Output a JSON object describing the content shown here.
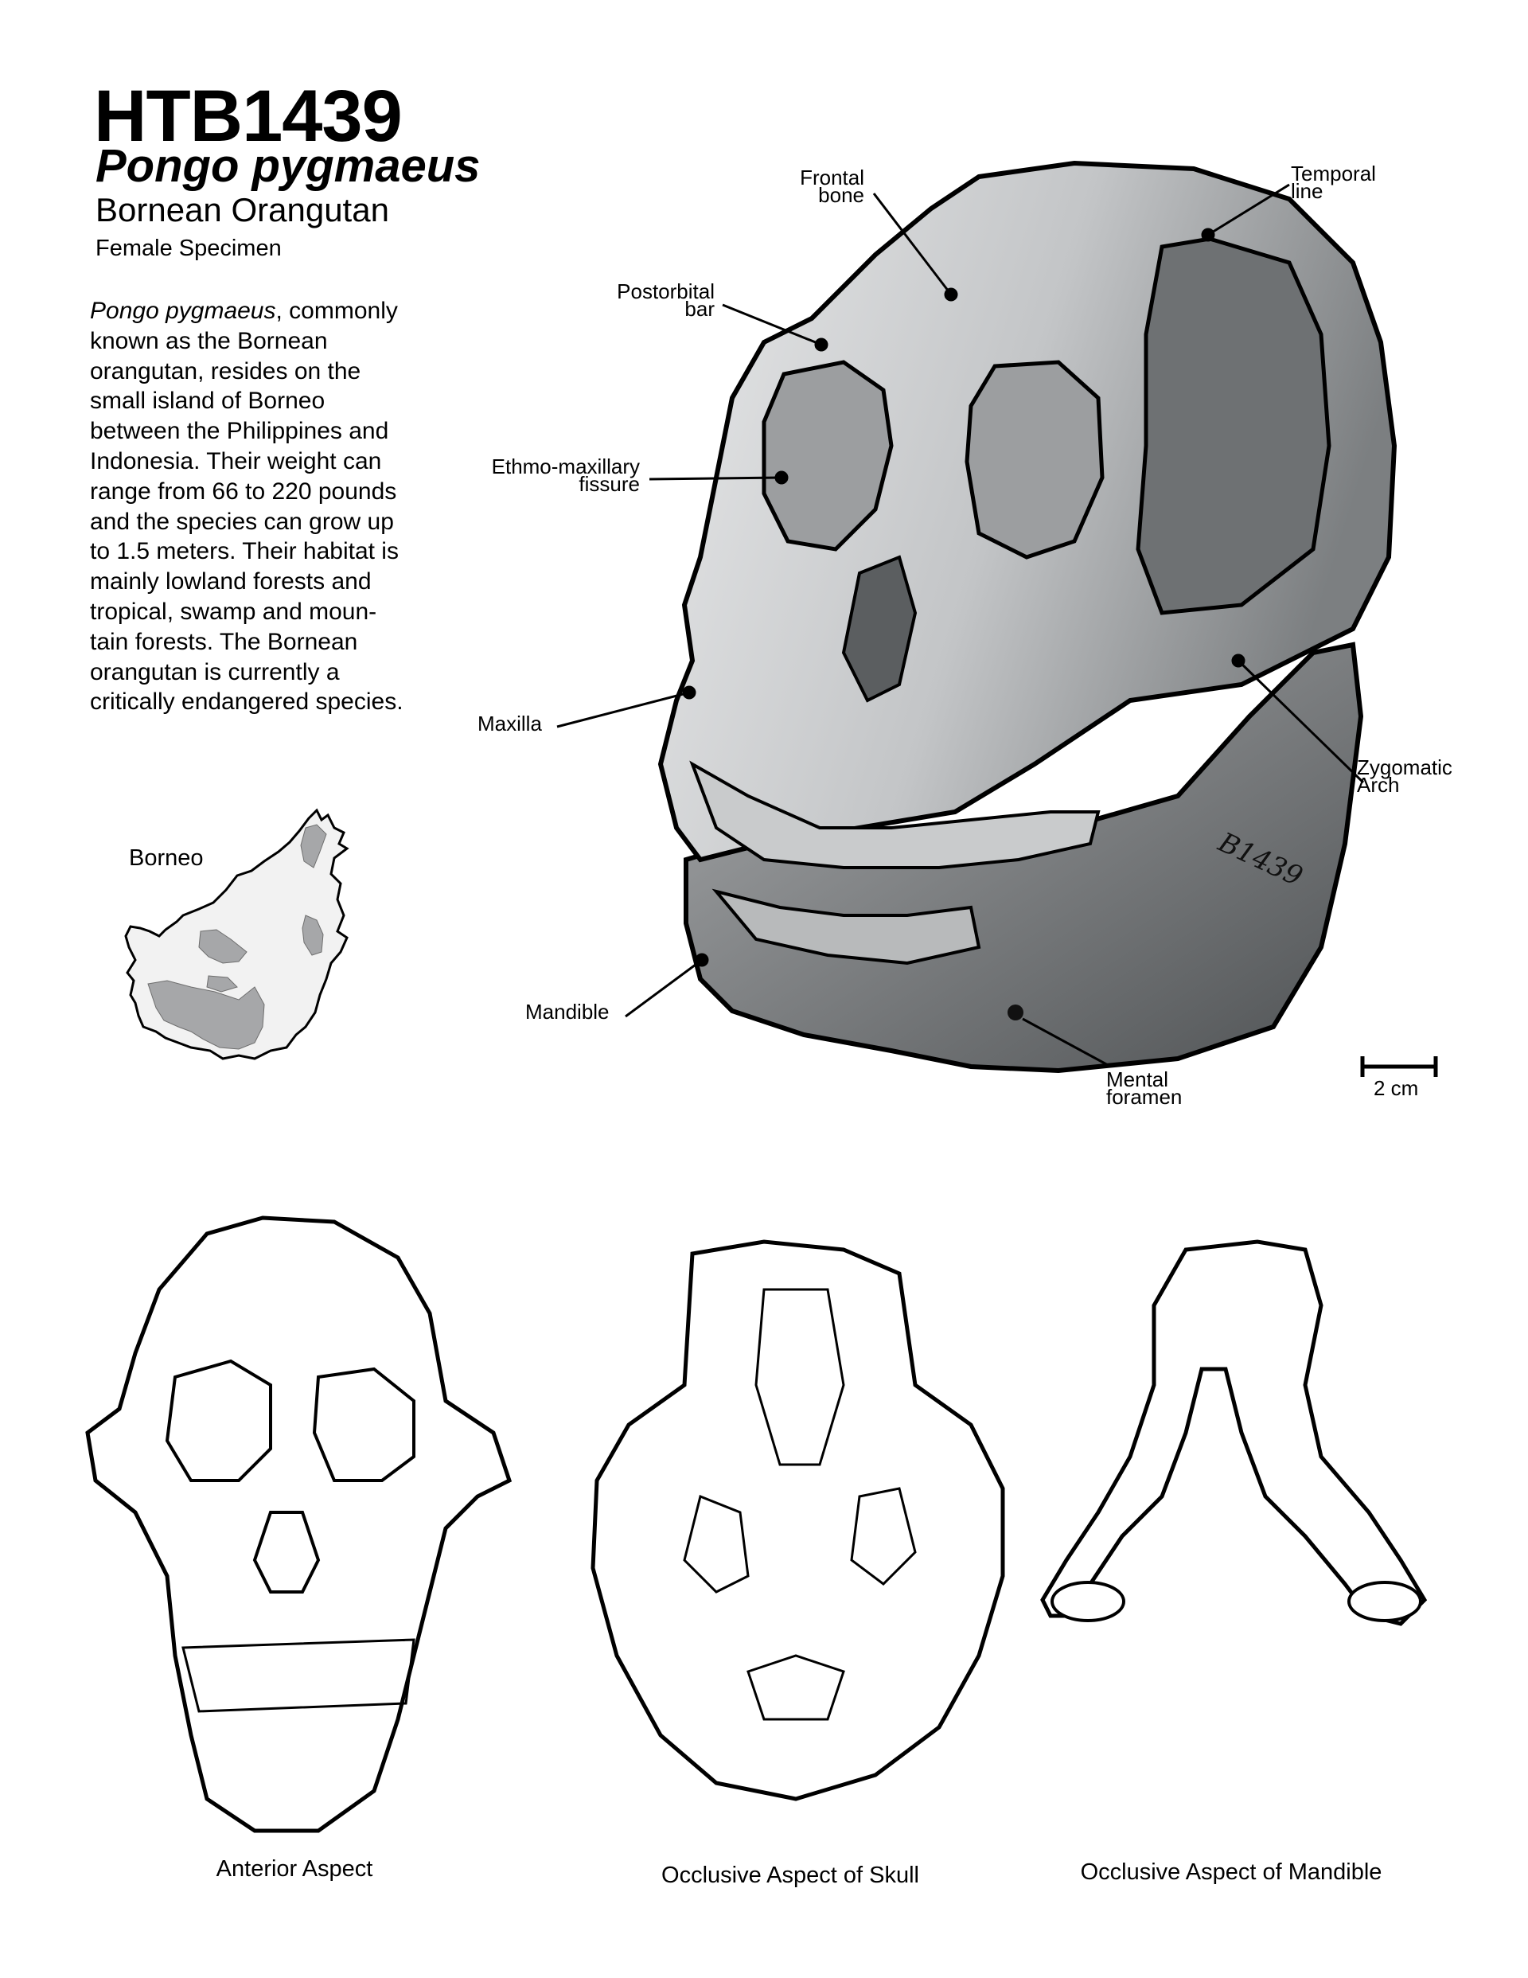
{
  "header": {
    "specimen_id": "HTB1439",
    "scientific_name": "Pongo pygmaeus",
    "common_name": "Bornean Orangutan",
    "specimen_note": "Female Specimen"
  },
  "description": {
    "lines": [
      {
        "italic": "Pongo pygmaeus",
        "rest": ", commonly"
      },
      {
        "text": "known as the Bornean"
      },
      {
        "text": "orangutan, resides on the"
      },
      {
        "text": "small island of Borneo"
      },
      {
        "text": "between the Philippines and"
      },
      {
        "text": "Indonesia.  Their weight can"
      },
      {
        "text": "range from 66 to 220 pounds"
      },
      {
        "text": "and the species can grow up"
      },
      {
        "text": "to 1.5 meters. Their habitat is"
      },
      {
        "text": "mainly lowland forests and"
      },
      {
        "text": "tropical, swamp and moun-"
      },
      {
        "text": "tain forests. The Bornean"
      },
      {
        "text": "orangutan is currently a"
      },
      {
        "text": "critically endangered species."
      }
    ]
  },
  "map": {
    "label": "Borneo",
    "land_color": "#f2f2f2",
    "habitat_color": "#a6a7a9"
  },
  "skull_labels": {
    "frontal_bone": [
      "Frontal",
      "bone"
    ],
    "temporal_line": [
      "Temporal",
      "line"
    ],
    "postorbital_bar": [
      "Postorbital",
      "bar"
    ],
    "ethmo_maxillary_fissure": [
      "Ethmo-maxillary",
      "fissure"
    ],
    "maxilla": [
      "Maxilla"
    ],
    "zygomatic_arch": [
      "Zygomatic",
      "Arch"
    ],
    "mandible": [
      "Mandible"
    ],
    "mental_foramen": [
      "Mental",
      "foramen"
    ],
    "specimen_inscription": "B1439"
  },
  "scale_bar": {
    "label": "2 cm"
  },
  "captions": {
    "anterior": "Anterior Aspect",
    "occlusive_skull": "Occlusive Aspect of Skull",
    "occlusive_mandible": "Occlusive Aspect of Mandible"
  },
  "colors": {
    "skull_light": "#e4e5e6",
    "skull_mid": "#a9abad",
    "skull_dark": "#6e7173",
    "skull_darkest": "#4d5052",
    "outline": "#000000"
  }
}
